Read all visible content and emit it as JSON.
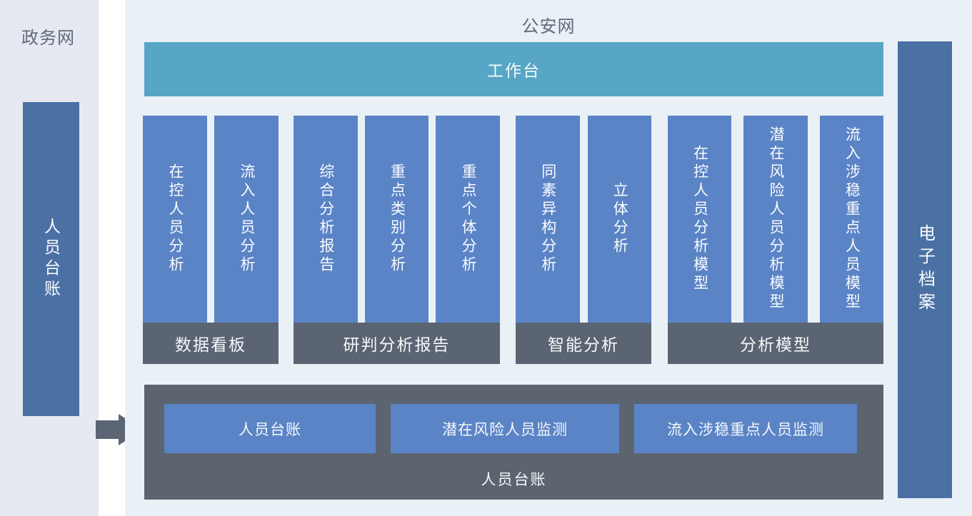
{
  "colors": {
    "gov_panel_bg": "#e6e9f2",
    "police_panel_bg": "#e9f1f7",
    "workbench_teal": "#57a6c5",
    "module_blue": "#5b84c6",
    "footer_slate": "#5b6472",
    "side_bar_navy": "#4a70a4",
    "arrow_gray": "#5c6574",
    "network_title_gray": "#5e6a7a"
  },
  "gov_network": {
    "title": "政务网",
    "ledger_label": "人员台账"
  },
  "police_network": {
    "title": "公安网",
    "workbench_label": "工作台",
    "groups": [
      {
        "label": "数据看板",
        "columns": [
          "在控人员分析",
          "流入人员分析"
        ]
      },
      {
        "label": "研判分析报告",
        "columns": [
          "综合分析报告",
          "重点类别分析",
          "重点个体分析"
        ]
      },
      {
        "label": "智能分析",
        "columns": [
          "同素异构分析",
          "立体分析"
        ]
      },
      {
        "label": "分析模型",
        "columns": [
          "在控人员分析模型",
          "潜在风险人员分析模型",
          "流入涉稳重点人员模型"
        ]
      }
    ],
    "ledger_panel": {
      "label": "人员台账",
      "buttons": [
        "人员台账",
        "潜在风险人员监测",
        "流入涉稳重点人员监测"
      ]
    },
    "archive_label": "电子档案"
  }
}
